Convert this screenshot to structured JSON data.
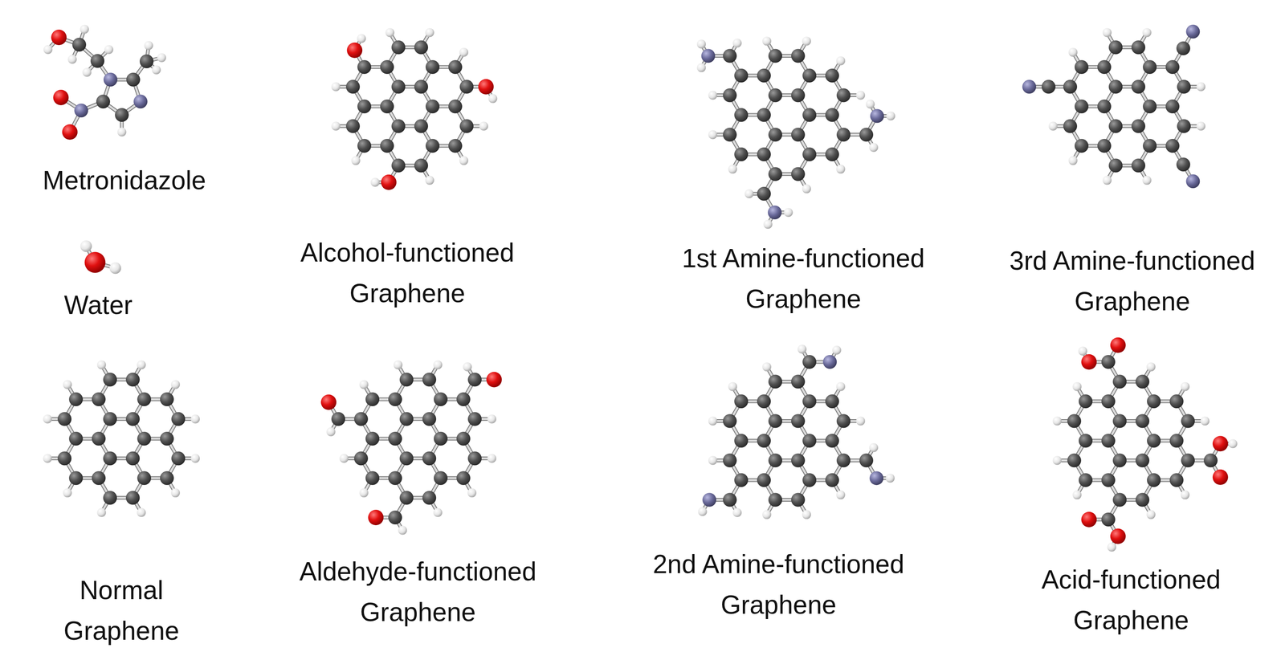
{
  "diagram": {
    "labels": [
      "Metronidazole",
      "Alcohol-functioned Graphene",
      "1st Amine-functioned Graphene",
      "3rd Amine-functioned Graphene",
      "Water",
      "Normal Graphene",
      "Aldehyde-functioned Graphene",
      "2nd Amine-functioned Graphene",
      "Acid-functioned Graphene"
    ]
  }
}
